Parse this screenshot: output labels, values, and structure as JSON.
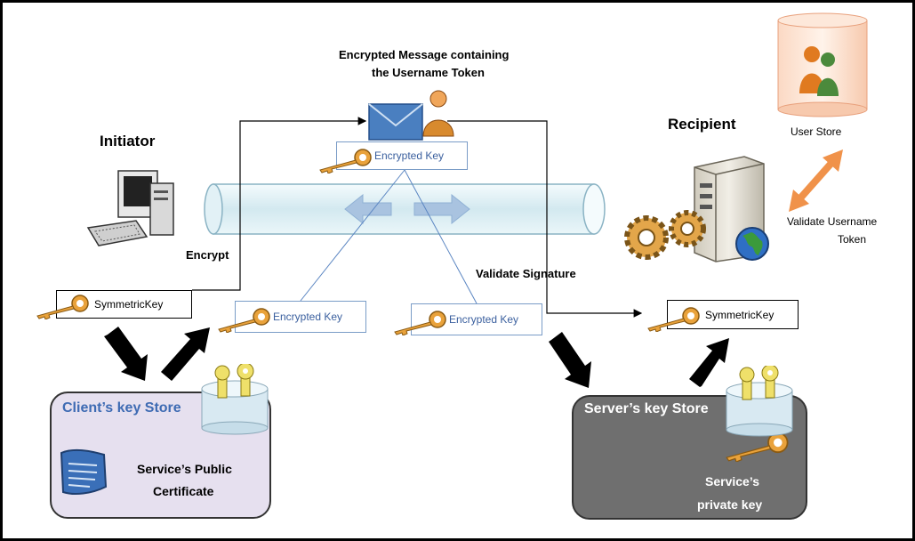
{
  "diagram": {
    "message_title": "Encrypted Message containing",
    "message_title_line2": "the Username Token",
    "initiator": "Initiator",
    "recipient": "Recipient",
    "user_store": "User Store",
    "validate_username_line1": "Validate Username",
    "validate_username_line2": "Token",
    "encrypt": "Encrypt",
    "validate_signature": "Validate Signature",
    "message_key_label": "Encrypted Key",
    "left_encrypted_key_label": "Encrypted Key",
    "right_encrypted_key_label": "Encrypted Key",
    "client_symmetric_key_label": "SymmetricKey",
    "server_symmetric_key_label": "SymmetricKey",
    "client_store_title": "Client’s key Store",
    "client_store_item_line1": "Service’s Public",
    "client_store_item_line2": "Certificate",
    "server_store_title": "Server’s key Store",
    "server_store_item_line1": "Service’s",
    "server_store_item_line2": "private key"
  },
  "colors": {
    "client_store_fill": "#e6e0ef",
    "server_store_fill": "#6f6f6f",
    "client_store_title": "#3e6bb3",
    "pipe_fill": "#dceef4",
    "exchange_arrow": "#a9c3e0",
    "user_arrow": "#f0924a",
    "key_gold": "#e9a23b",
    "box_border": "#7a9cc7"
  },
  "icons": [
    "key-icon",
    "computer-icon",
    "server-icon",
    "gears-icon",
    "globe-icon",
    "envelope-icon",
    "user-icon",
    "database-icon",
    "certificate-icon",
    "keystore-icon"
  ]
}
